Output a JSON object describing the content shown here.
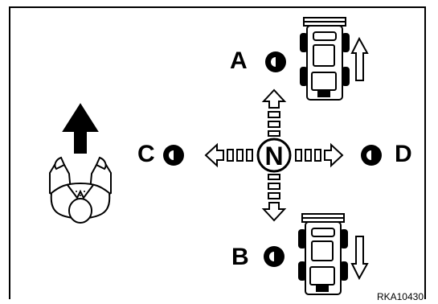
{
  "positions": {
    "a": "A",
    "b": "B",
    "c": "C",
    "d": "D"
  },
  "center_label": "N",
  "figure_code": "RKA10430",
  "colors": {
    "ink": "#000000",
    "paper": "#ffffff"
  }
}
